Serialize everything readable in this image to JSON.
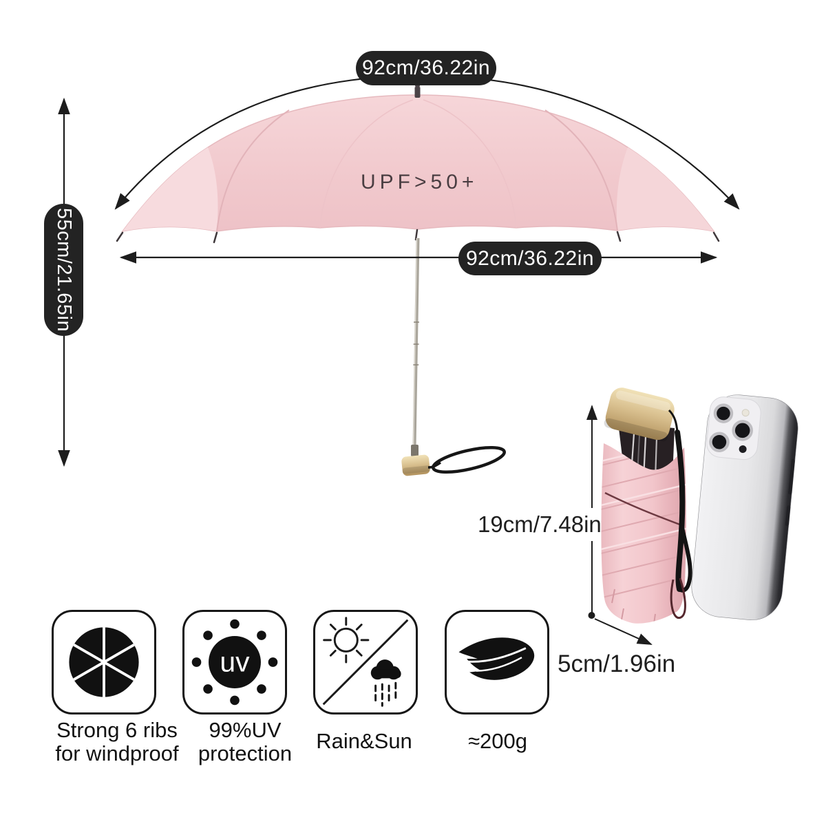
{
  "product": {
    "type": "mini folding umbrella infographic",
    "canopy_print": "UPF>50+"
  },
  "labels": {
    "arc_width": "92cm/36.22in",
    "diameter": "92cm/36.22in",
    "open_height": "55cm/21.65in",
    "folded_length": "19cm/7.48in",
    "folded_width": "5cm/1.96in"
  },
  "features": [
    {
      "icon": "six-ribs-icon",
      "line1": "Strong 6 ribs",
      "line2": "for windproof"
    },
    {
      "icon": "uv-protection-icon",
      "line1": "99%UV",
      "line2": "protection",
      "badge": "uv"
    },
    {
      "icon": "rain-sun-icon",
      "line1": "Rain&Sun"
    },
    {
      "icon": "feather-icon",
      "line1": "≈200g"
    }
  ],
  "colors": {
    "canopy_pink": "#f2cbcf",
    "canopy_pink_light": "#f7dbde",
    "wrap_pink": "#f2c6cb",
    "gold": "#d9c08f",
    "pill_black": "#232323",
    "ink": "#1a1a1a",
    "phone_silver": "#e7e7e9"
  }
}
